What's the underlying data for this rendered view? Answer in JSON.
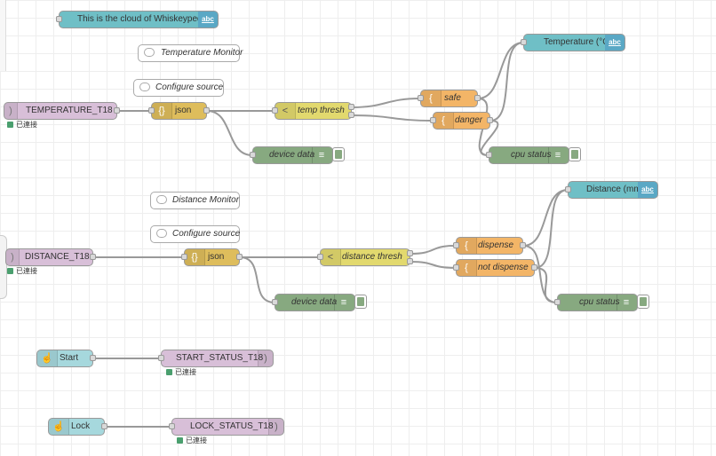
{
  "banner": {
    "label": "This is the cloud of Whiskeypedia!"
  },
  "temperature_flow": {
    "comment_title": "Temperature Monitor",
    "comment_source": "Configure source",
    "mqtt_in": "TEMPERATURE_T18",
    "mqtt_status": "已連接",
    "json": "json",
    "switch": "temp thresh",
    "func_safe": "safe",
    "func_danger": "danger",
    "debug_device": "device data",
    "debug_cpu": "cpu status",
    "ui_text": "Temperature (°C)"
  },
  "distance_flow": {
    "comment_title": "Distance Monitor",
    "comment_source": "Configure source",
    "mqtt_in": "DISTANCE_T18",
    "mqtt_status": "已連接",
    "json": "json",
    "switch": "distance thresh",
    "func_dispense": "dispense",
    "func_not_dispense": "not dispense",
    "debug_device": "device data",
    "debug_cpu": "cpu status",
    "ui_text": "Distance (mm)"
  },
  "start_flow": {
    "inject": "Start",
    "mqtt_out": "START_STATUS_T18",
    "status": "已連接"
  },
  "lock_flow": {
    "inject": "Lock",
    "mqtt_out": "LOCK_STATUS_T18",
    "status": "已連接"
  },
  "icons": {
    "ui_text": "abc",
    "mqtt": "wifi-signal-icon",
    "json": "json-braces-icon",
    "switch": "switch-icon",
    "function": "function-brace-icon",
    "debug": "debug-lines-icon",
    "inject": "hand-pointer-icon",
    "comment": "speech-bubble-icon"
  },
  "colors": {
    "mqtt": "#d8bfd8",
    "json": "#debd5c",
    "switch": "#e2d96e",
    "function": "#f3b567",
    "debug": "#87a980",
    "ui": "#6fbfc6",
    "inject": "#a6d8dd",
    "status_connected": "#4a9f6e"
  }
}
